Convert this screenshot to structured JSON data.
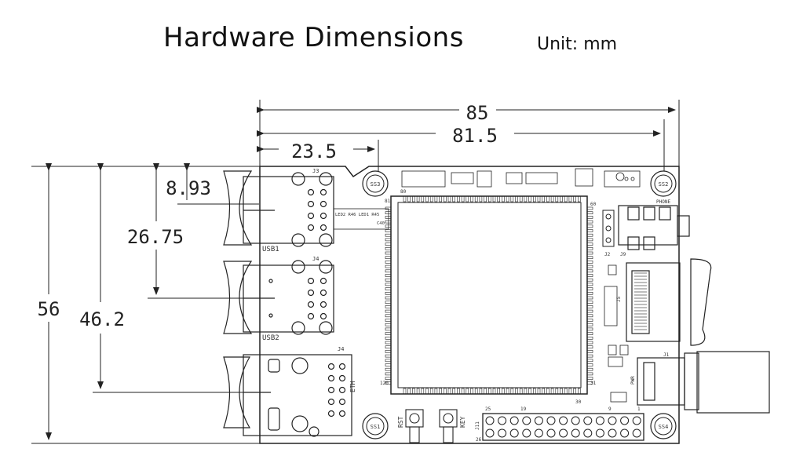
{
  "header": {
    "title": "Hardware Dimensions",
    "unit": "Unit: mm"
  },
  "dimensions": {
    "width_total": "85",
    "width_holes": "81.5",
    "hole_offset": "23.5",
    "top_offset": "8.93",
    "usb_span": "26.75",
    "height_total": "56",
    "height_holes": "46.2"
  },
  "labels": {
    "usb1": "USB1",
    "usb2": "USB2",
    "eth": "ETH",
    "j3": "J3",
    "j4": "J4",
    "j4b": "J4",
    "ss1": "SS1",
    "ss2": "SS2",
    "ss3": "SS3",
    "ss4": "SS4",
    "rst": "RST",
    "key": "KEY",
    "pwr": "PWR",
    "phone": "PHONE",
    "j9": "J9",
    "j1": "J1",
    "j2": "J2",
    "j11": "J11",
    "j5": "J5",
    "pin25": "25",
    "pin19": "19",
    "pin9": "9",
    "pin1": "1",
    "pin26": "26",
    "pin80": "80",
    "pin81": "81",
    "pin120": "120",
    "pin30": "30",
    "pin31": "31",
    "pin60": "60",
    "ic_label": "LED2 R46 LED1 R45",
    "c40": "C40"
  }
}
